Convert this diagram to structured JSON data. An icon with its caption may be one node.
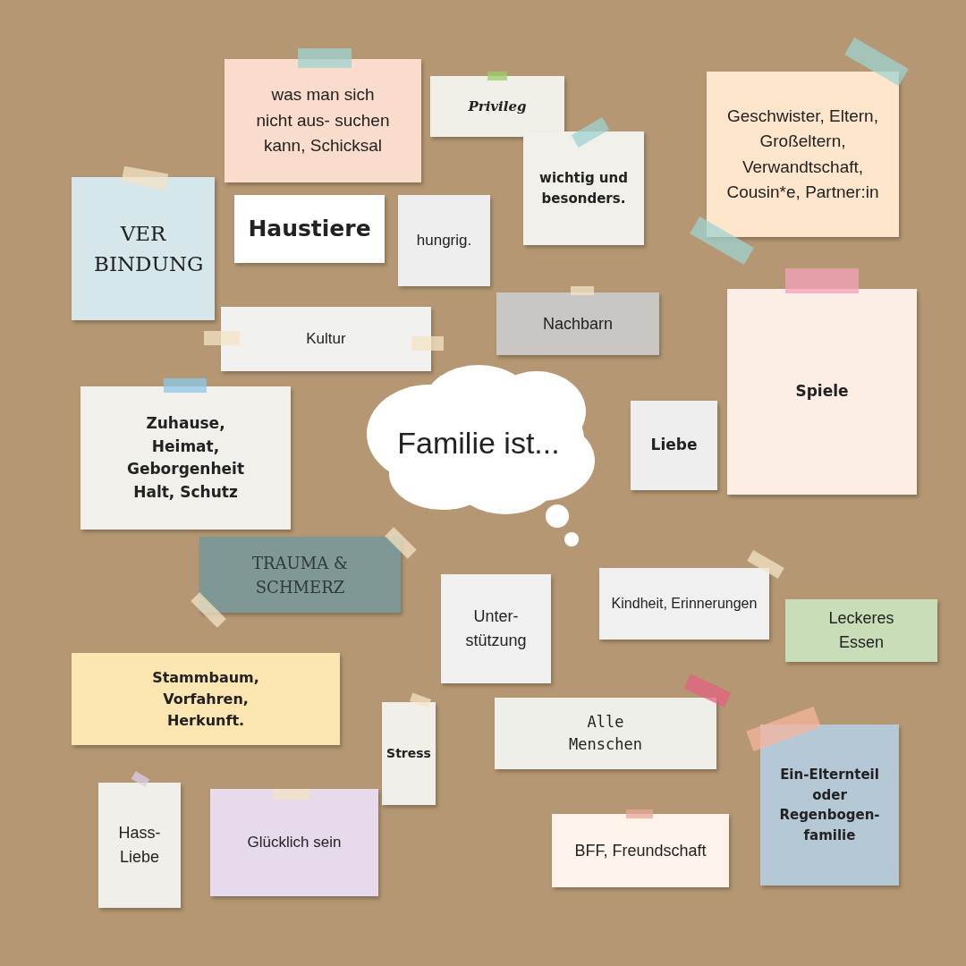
{
  "diagram": {
    "nodes": [
      {
        "text": [
          "was man sich nicht aus- suchen kann, Schicksal"
        ]
      },
      {
        "text": [
          "Privileg"
        ]
      },
      {
        "text": [
          "Geschwister, Eltern, Großeltern, Verwandtschaft, Cousin*e, Partner:in"
        ]
      },
      {
        "text": [
          "wichtig und besonders."
        ]
      },
      {
        "text": [
          "VER BINDUNG"
        ]
      },
      {
        "text": [
          "Haustiere"
        ]
      },
      {
        "text": [
          "hungrig."
        ]
      },
      {
        "text": [
          "Kultur"
        ]
      },
      {
        "text": [
          "Nachbarn"
        ]
      },
      {
        "text": [
          "Spiele"
        ]
      },
      {
        "text": [
          "Zuhause, Heimat, Geborgenheit Halt, Schutz"
        ]
      },
      {
        "text": [
          "Familie ist..."
        ]
      },
      {
        "text": [
          "Liebe"
        ]
      },
      {
        "text": [
          "TRAUMA & SCHMERZ"
        ]
      },
      {
        "text": [
          "Kindheit, Erinnerungen"
        ]
      },
      {
        "text": [
          "Unter- stützung"
        ]
      },
      {
        "text": [
          "Leckeres Essen"
        ]
      },
      {
        "text": [
          "Stammbaum, Vorfahren, Herkunft."
        ]
      },
      {
        "text": [
          "Stress"
        ]
      },
      {
        "text": [
          "Alle Menschen"
        ]
      },
      {
        "text": [
          "Ein-Elternteil oder Regenbogen- familie"
        ]
      },
      {
        "text": [
          "Hass- Liebe"
        ]
      },
      {
        "text": [
          "Glücklich sein"
        ]
      },
      {
        "text": [
          "BFF, Freundschaft"
        ]
      }
    ]
  }
}
